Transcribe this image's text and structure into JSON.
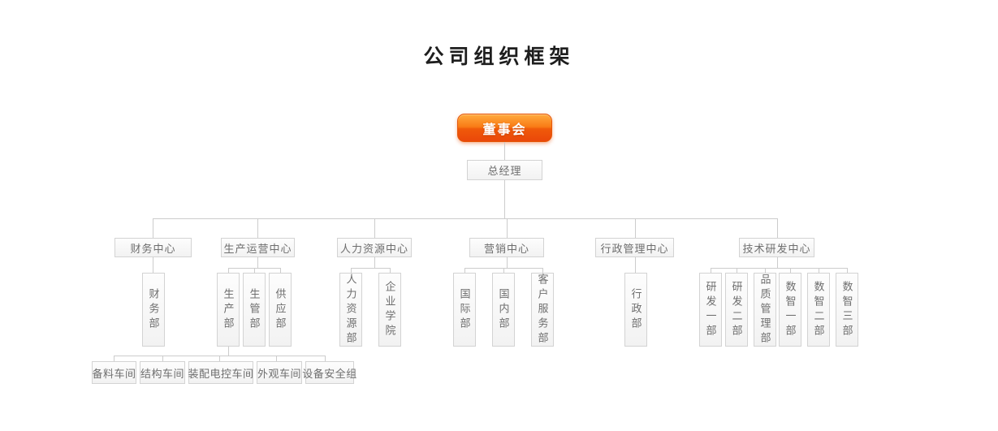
{
  "page": {
    "title": "公司组织框架"
  },
  "colors": {
    "root_gradient_top": "#ffaa3d",
    "root_gradient_bottom": "#ea470a",
    "root_border": "#e55708",
    "root_text": "#ffffff",
    "box_border": "#d3d3d3",
    "box_background": "#f7f7f7",
    "box_text": "#6e6e6e",
    "connector_line": "#cccccc",
    "title_text": "#1e1e1e"
  },
  "org": {
    "root": {
      "label": "董事会"
    },
    "general_manager": {
      "label": "总经理"
    },
    "centers": [
      {
        "label": "财务中心",
        "children": [
          {
            "label": "财务部"
          }
        ]
      },
      {
        "label": "生产运营中心",
        "children": [
          {
            "label": "生产部"
          },
          {
            "label": "生管部"
          },
          {
            "label": "供应部"
          }
        ]
      },
      {
        "label": "人力资源中心",
        "children": [
          {
            "label": "人力资源部"
          },
          {
            "label": "企业学院"
          }
        ]
      },
      {
        "label": "营销中心",
        "children": [
          {
            "label": "国际部"
          },
          {
            "label": "国内部"
          },
          {
            "label": "客户服务部"
          }
        ]
      },
      {
        "label": "行政管理中心",
        "children": [
          {
            "label": "行政部"
          }
        ]
      },
      {
        "label": "技术研发中心",
        "children": [
          {
            "label": "研发一部"
          },
          {
            "label": "研发二部"
          },
          {
            "label": "品质管理部"
          },
          {
            "label": "数智一部"
          },
          {
            "label": "数智二部"
          },
          {
            "label": "数智三部"
          }
        ]
      }
    ],
    "production_workshops": [
      {
        "label": "备料车间"
      },
      {
        "label": "结构车间"
      },
      {
        "label": "装配电控车间"
      },
      {
        "label": "外观车间"
      },
      {
        "label": "设备安全组"
      }
    ]
  }
}
